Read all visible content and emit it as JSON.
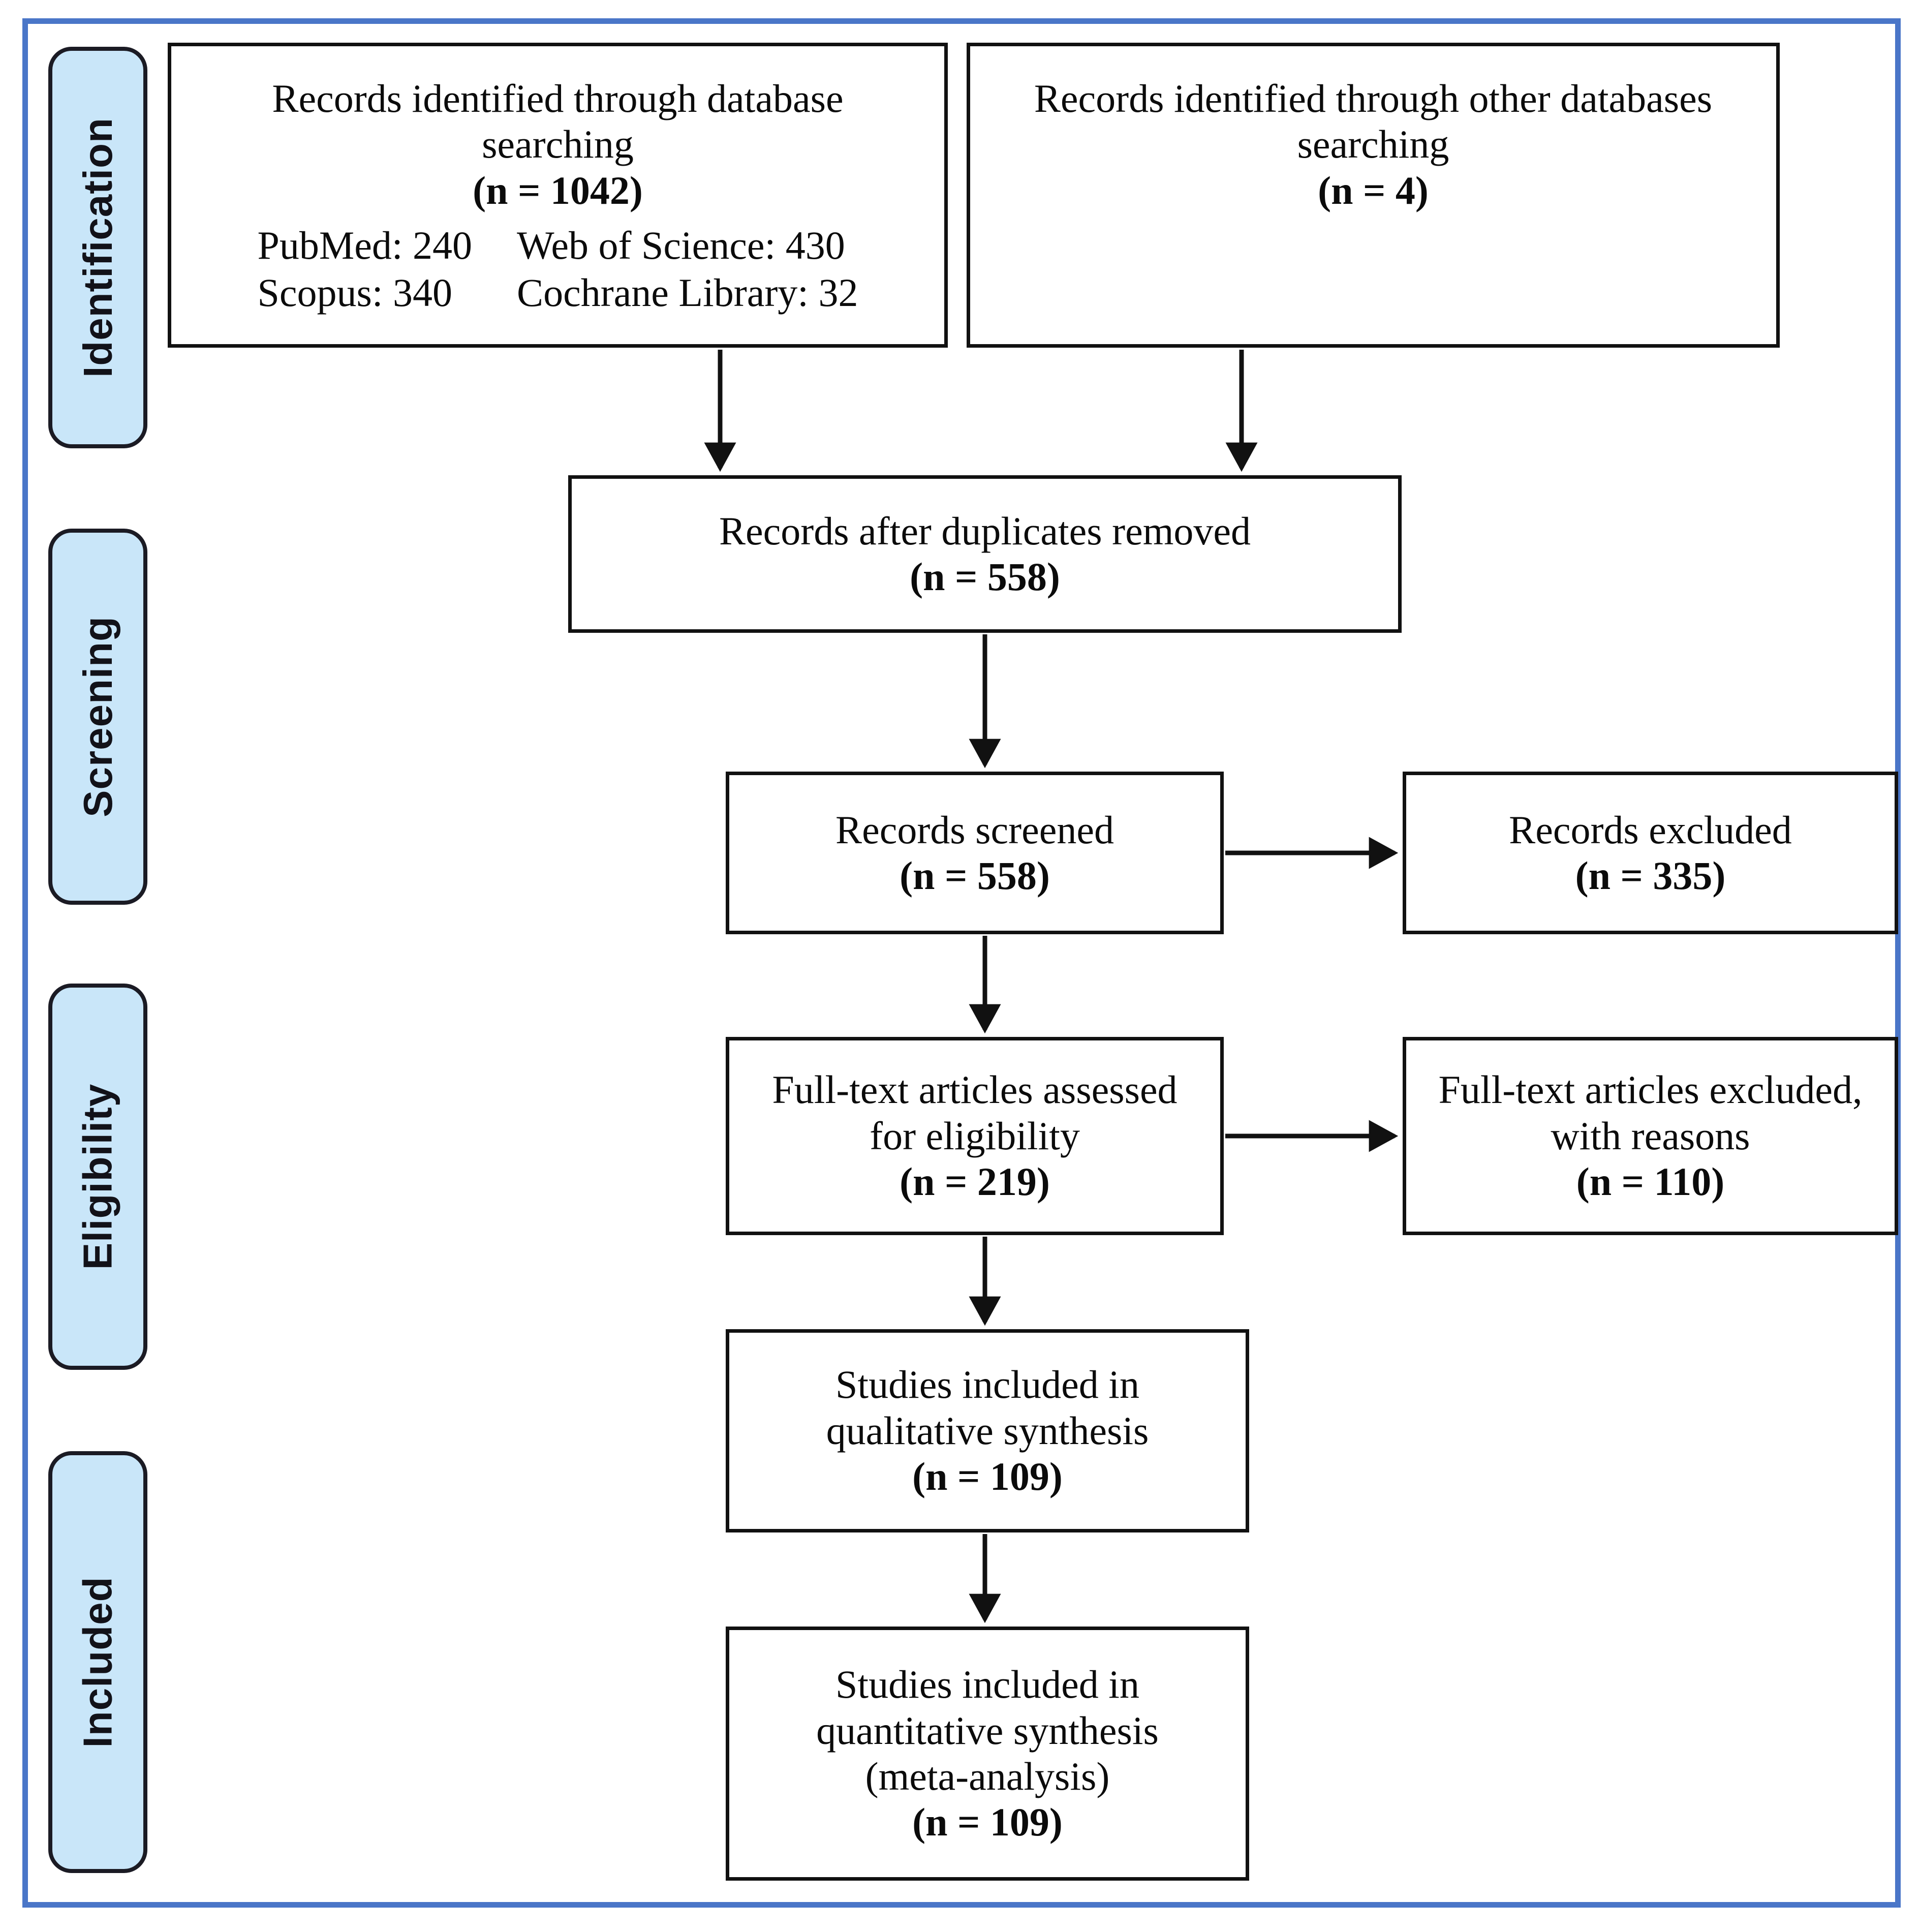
{
  "diagram": {
    "type": "prisma-flow-diagram",
    "frame_color": "#4a76c8",
    "stage_fill_color": "#c9e6f9",
    "box_border_color": "#111111"
  },
  "stages": [
    {
      "id": "identification",
      "label": "Identification"
    },
    {
      "id": "screening",
      "label": "Screening"
    },
    {
      "id": "eligibility",
      "label": "Eligibility"
    },
    {
      "id": "included",
      "label": "Included"
    }
  ],
  "boxes": {
    "db_search": {
      "line1": "Records identified through database",
      "line2": "searching",
      "count": "(n = 1042)",
      "sources": [
        {
          "name": "PubMed: 240",
          "name2": "Web of Science: 430"
        },
        {
          "name": "Scopus: 340",
          "name2": "Cochrane Library: 32"
        }
      ]
    },
    "other_search": {
      "line1": "Records identified through other databases",
      "line2": "searching",
      "count": "(n = 4)"
    },
    "duplicates_removed": {
      "line1": "Records after duplicates removed",
      "count": "(n = 558)"
    },
    "records_screened": {
      "line1": "Records screened",
      "count": "(n = 558)"
    },
    "records_excluded": {
      "line1": "Records excluded",
      "count": "(n = 335)"
    },
    "fulltext_assessed": {
      "line1": "Full-text articles assessed",
      "line2": "for eligibility",
      "count": "(n = 219)"
    },
    "fulltext_excluded": {
      "line1": "Full-text articles excluded,",
      "line2": "with reasons",
      "count": "(n = 110)"
    },
    "qualitative": {
      "line1": "Studies included in",
      "line2": "qualitative synthesis",
      "count": "(n = 109)"
    },
    "quantitative": {
      "line1": "Studies included in",
      "line2": "quantitative synthesis",
      "line3": "(meta-analysis)",
      "count": "(n = 109)"
    }
  },
  "chart_data": {
    "type": "flowchart",
    "title": "PRISMA flow diagram",
    "nodes": [
      {
        "id": "db_search",
        "stage": "Identification",
        "label": "Records identified through database searching",
        "n": 1042,
        "breakdown": {
          "PubMed": 240,
          "Web of Science": 430,
          "Scopus": 340,
          "Cochrane Library": 32
        }
      },
      {
        "id": "other_search",
        "stage": "Identification",
        "label": "Records identified through other databases searching",
        "n": 4
      },
      {
        "id": "duplicates_removed",
        "stage": "Screening",
        "label": "Records after duplicates removed",
        "n": 558
      },
      {
        "id": "records_screened",
        "stage": "Screening",
        "label": "Records screened",
        "n": 558
      },
      {
        "id": "records_excluded",
        "stage": "Screening",
        "label": "Records excluded",
        "n": 335
      },
      {
        "id": "fulltext_assessed",
        "stage": "Eligibility",
        "label": "Full-text articles assessed for eligibility",
        "n": 219
      },
      {
        "id": "fulltext_excluded",
        "stage": "Eligibility",
        "label": "Full-text articles excluded, with reasons",
        "n": 110
      },
      {
        "id": "qualitative",
        "stage": "Included",
        "label": "Studies included in qualitative synthesis",
        "n": 109
      },
      {
        "id": "quantitative",
        "stage": "Included",
        "label": "Studies included in quantitative synthesis (meta-analysis)",
        "n": 109
      }
    ],
    "edges": [
      {
        "from": "db_search",
        "to": "duplicates_removed",
        "direction": "down"
      },
      {
        "from": "other_search",
        "to": "duplicates_removed",
        "direction": "down"
      },
      {
        "from": "duplicates_removed",
        "to": "records_screened",
        "direction": "down"
      },
      {
        "from": "records_screened",
        "to": "records_excluded",
        "direction": "right"
      },
      {
        "from": "records_screened",
        "to": "fulltext_assessed",
        "direction": "down"
      },
      {
        "from": "fulltext_assessed",
        "to": "fulltext_excluded",
        "direction": "right"
      },
      {
        "from": "fulltext_assessed",
        "to": "qualitative",
        "direction": "down"
      },
      {
        "from": "qualitative",
        "to": "quantitative",
        "direction": "down"
      }
    ]
  }
}
